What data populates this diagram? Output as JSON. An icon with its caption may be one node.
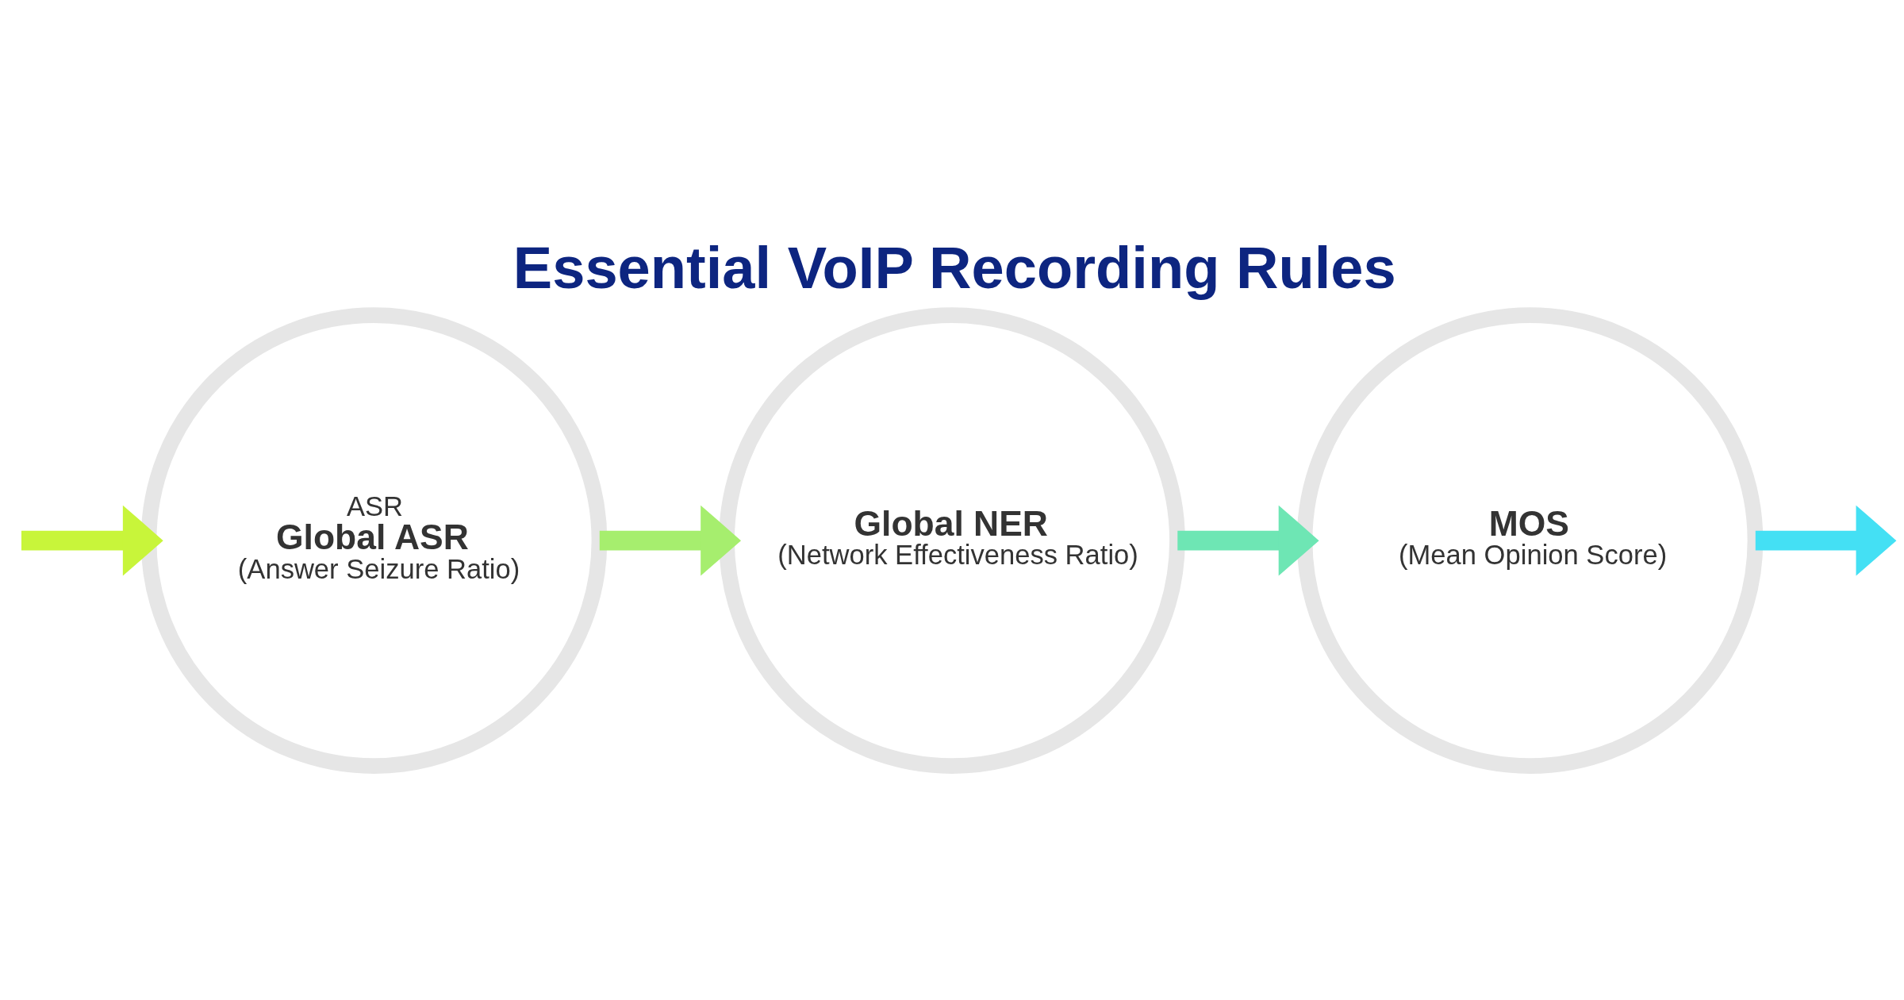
{
  "diagram": {
    "title": "Essential VoIP Recording Rules",
    "nodes": [
      {
        "text": [
          "ASR",
          "Global ASR",
          "(Answer Seizure Ratio)"
        ]
      },
      {
        "text": [
          "Global NER",
          "(Network Effectiveness Ratio)"
        ]
      },
      {
        "text": [
          "MOS",
          "(Mean Opinion Score)"
        ]
      }
    ],
    "edges": [
      {
        "from": null,
        "to": 0,
        "arrow": "to",
        "color": "#c8f53a"
      },
      {
        "from": 0,
        "to": 1,
        "arrow": "to",
        "color": "#a6ee6e"
      },
      {
        "from": 1,
        "to": 2,
        "arrow": "to",
        "color": "#6ee6b4"
      },
      {
        "from": 2,
        "to": null,
        "arrow": "to",
        "color": "#44e0f4"
      }
    ]
  }
}
